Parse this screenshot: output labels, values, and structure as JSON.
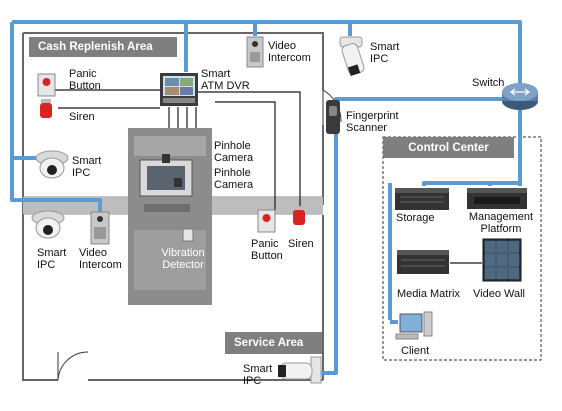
{
  "areas": {
    "cash_replenish": "Cash Replenish Area",
    "service": "Service Area",
    "control_center": "Control Center"
  },
  "devices": {
    "panic_button_top": "Panic\nButton",
    "siren_top": "Siren",
    "smart_atm_dvr": "Smart\nATM DVR",
    "video_intercom_top": "Video\nIntercom",
    "smart_ipc_top": "Smart\nIPC",
    "switch": "Switch",
    "fingerprint_scanner": "Fingerprint\nScanner",
    "smart_ipc_left": "Smart\nIPC",
    "pinhole_camera_1": "Pinhole\nCamera",
    "pinhole_camera_2": "Pinhole\nCamera",
    "smart_ipc_bottom_left": "Smart\nIPC",
    "video_intercom_bottom": "Video\nIntercom",
    "vibration_detector": "Vibration\nDetector",
    "panic_button_bottom": "Panic\nButton",
    "siren_bottom": "Siren",
    "smart_ipc_service": "Smart\nIPC"
  },
  "control_center": {
    "storage": "Storage",
    "management_platform": "Management\nPlatform",
    "media_matrix": "Media Matrix",
    "video_wall": "Video Wall",
    "client": "Client"
  },
  "colors": {
    "network": "#5b9bd5",
    "header_gray": "#7f7f7f",
    "wall": "#666666",
    "atm_gray": "#8c8c8c",
    "wire": "#1a1a1a"
  }
}
